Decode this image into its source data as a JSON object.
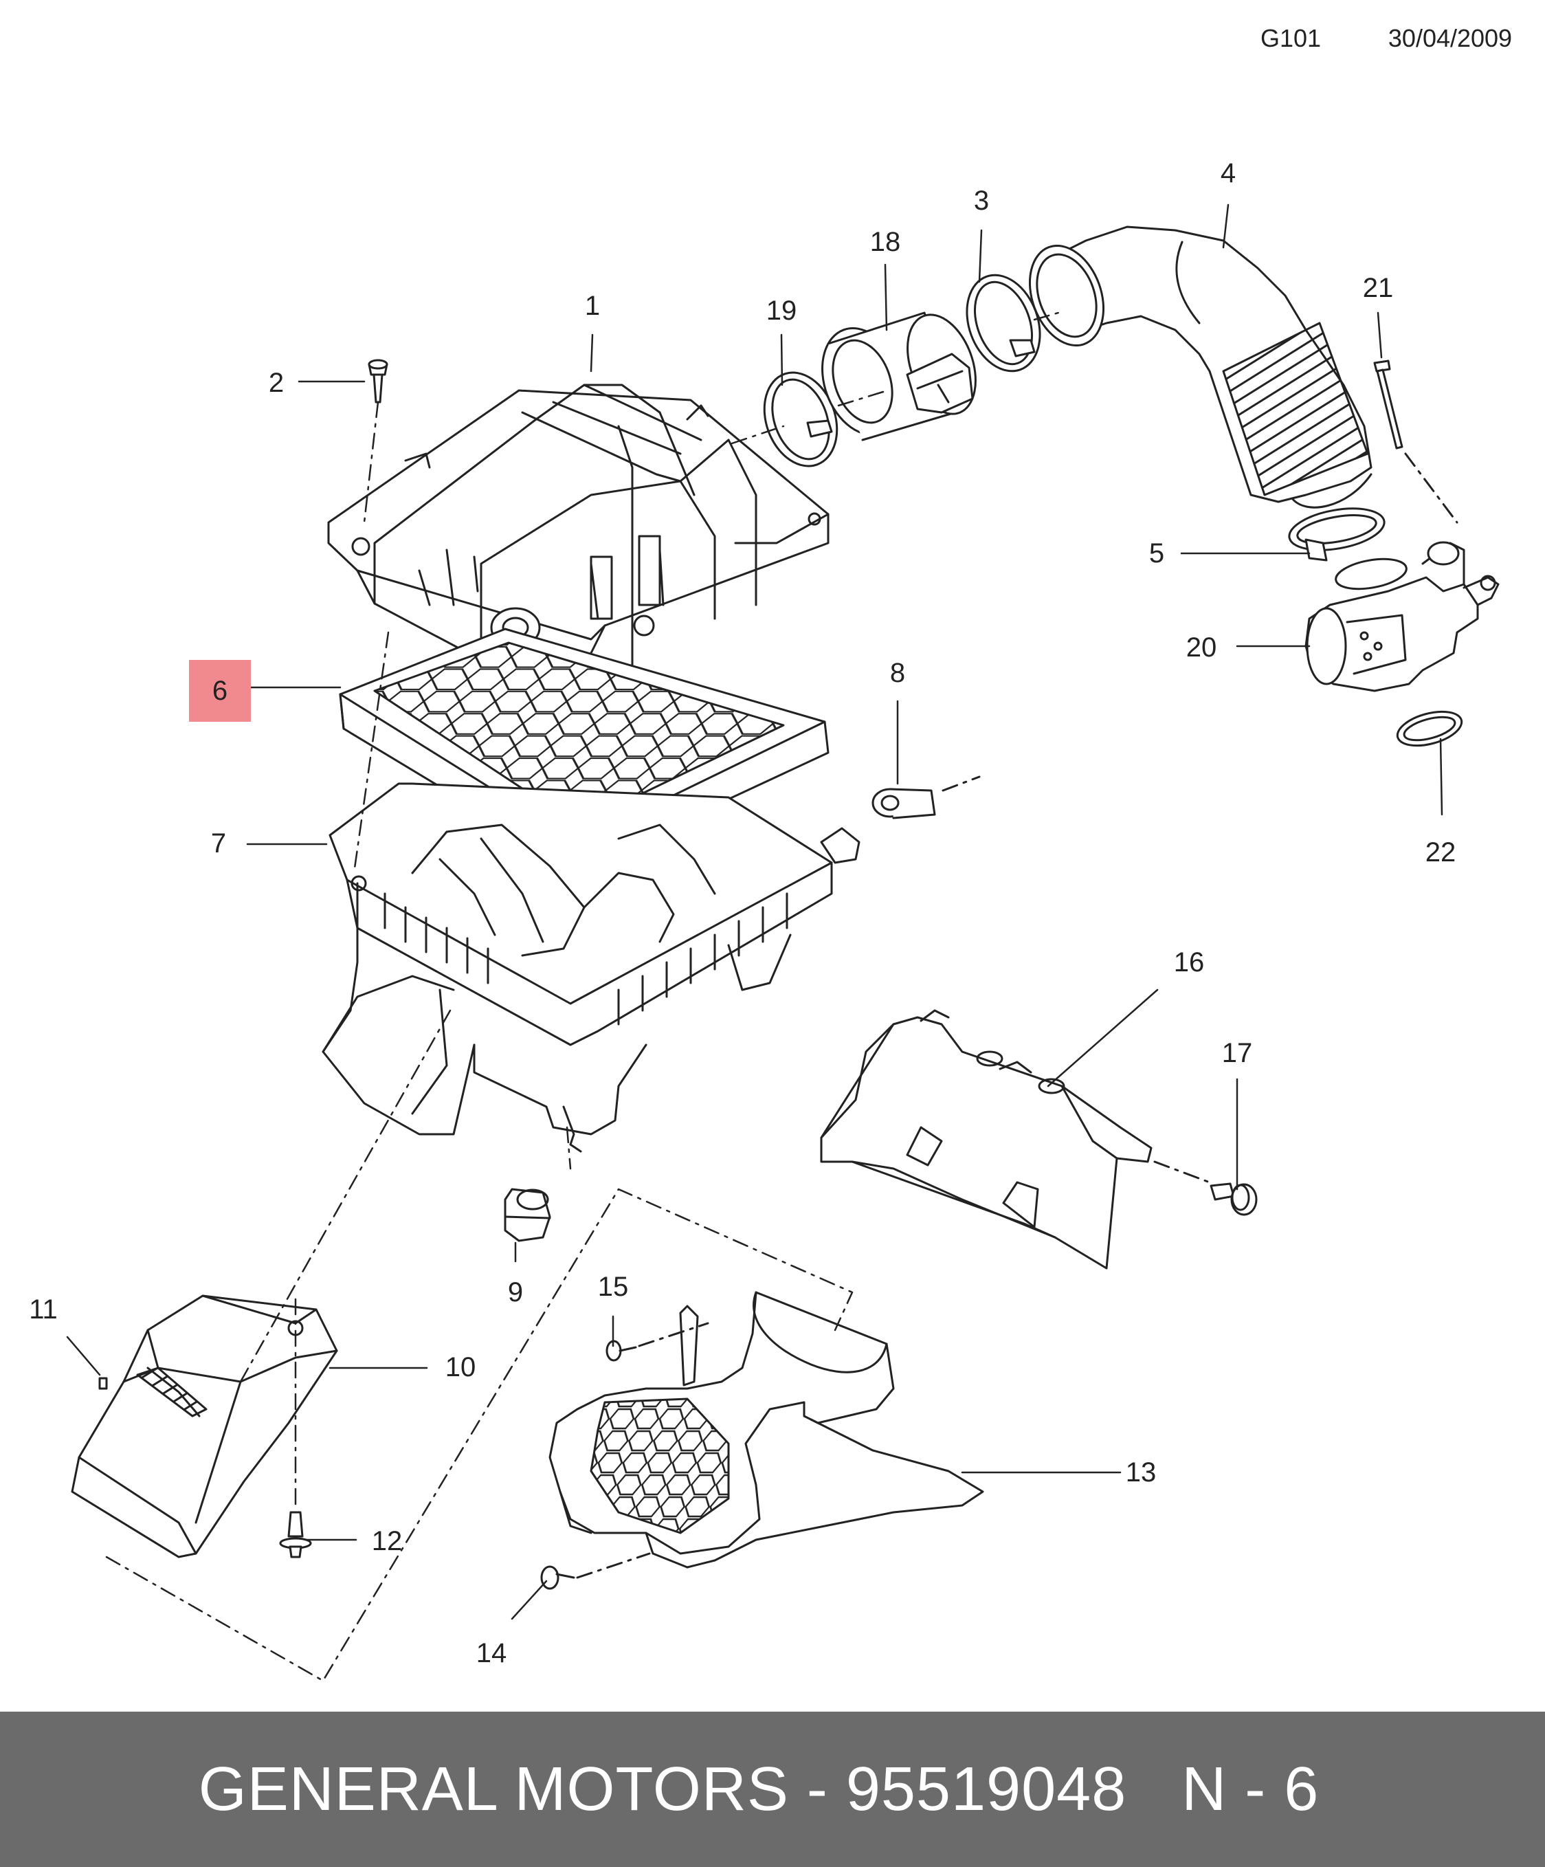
{
  "header": {
    "code": "G101",
    "date": "30/04/2009"
  },
  "colors": {
    "highlight": "#f08a8f",
    "footer_bg": "#6b6b6b",
    "footer_text": "#ffffff",
    "line": "#222222"
  },
  "callouts": [
    {
      "id": "1",
      "label": "1"
    },
    {
      "id": "2",
      "label": "2"
    },
    {
      "id": "3",
      "label": "3"
    },
    {
      "id": "4",
      "label": "4"
    },
    {
      "id": "5",
      "label": "5"
    },
    {
      "id": "6",
      "label": "6",
      "highlighted": true
    },
    {
      "id": "7",
      "label": "7"
    },
    {
      "id": "8",
      "label": "8"
    },
    {
      "id": "9",
      "label": "9"
    },
    {
      "id": "10",
      "label": "10"
    },
    {
      "id": "11",
      "label": "11"
    },
    {
      "id": "12",
      "label": "12"
    },
    {
      "id": "13",
      "label": "13"
    },
    {
      "id": "14",
      "label": "14"
    },
    {
      "id": "15",
      "label": "15"
    },
    {
      "id": "16",
      "label": "16"
    },
    {
      "id": "17",
      "label": "17"
    },
    {
      "id": "18",
      "label": "18"
    },
    {
      "id": "19",
      "label": "19"
    },
    {
      "id": "20",
      "label": "20"
    },
    {
      "id": "21",
      "label": "21"
    },
    {
      "id": "22",
      "label": "22"
    }
  ],
  "footer": {
    "brand_part": "GENERAL MOTORS - 95519048",
    "position": "N - 6"
  }
}
